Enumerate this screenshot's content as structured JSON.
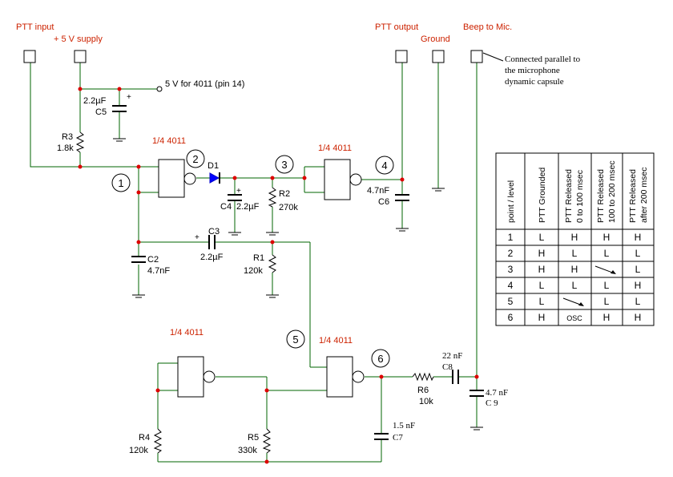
{
  "terminals": {
    "ptt_input": "PTT input",
    "supply": "+ 5 V supply",
    "ptt_output": "PTT output",
    "ground": "Ground",
    "beep": "Beep to Mic."
  },
  "note_lines": [
    "Connected parallel to",
    "the microphone",
    "dynamic capsule"
  ],
  "vcc_4011": "5 V for 4011 (pin 14)",
  "polarity_mark": "+",
  "gate_label": "1/4 4011",
  "nodes": [
    "1",
    "2",
    "3",
    "4",
    "5",
    "6"
  ],
  "components": {
    "c5_value": "2.2µF",
    "c5_name": "C5",
    "r3_name": "R3",
    "r3_value": "1.8k",
    "d1_name": "D1",
    "c4_name": "C4",
    "c4_value": "2.2µF",
    "r2_name": "R2",
    "r2_value": "270k",
    "c6_value": "4.7nF",
    "c6_name": "C6",
    "c3_name": "C3",
    "c3_value": "2.2µF",
    "c2_name": "C2",
    "c2_value": "4.7nF",
    "r1_name": "R1",
    "r1_value": "120k",
    "c8_value": "22 nF",
    "c8_name": "C8",
    "r6_name": "R6",
    "r6_value": "10k",
    "c9_value": "4.7 nF",
    "c9_name": "C 9",
    "c7_value": "1.5 nF",
    "c7_name": "C7",
    "r4_name": "R4",
    "r4_value": "120k",
    "r5_name": "R5",
    "r5_value": "330k"
  },
  "table": {
    "headers": [
      "point  /  level",
      "PTT Grounded",
      "PTT Released",
      "0  to  100 msec",
      "PTT Released",
      "100  to  200 msec",
      "PTT Released",
      "after  200 msec"
    ],
    "rows": [
      [
        "1",
        "L",
        "H",
        "H",
        "H"
      ],
      [
        "2",
        "H",
        "L",
        "L",
        "L"
      ],
      [
        "3",
        "H",
        "H",
        "arrow-falling",
        "L"
      ],
      [
        "4",
        "L",
        "L",
        "L",
        "H"
      ],
      [
        "5",
        "L",
        "arrow-falling",
        "L",
        "L"
      ],
      [
        "6",
        "H",
        "OSC",
        "H",
        "H"
      ]
    ]
  }
}
